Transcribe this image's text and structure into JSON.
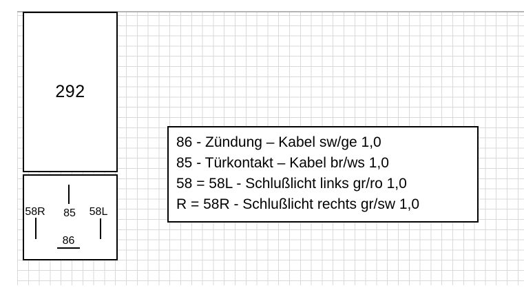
{
  "page": {
    "background": "#ffffff"
  },
  "grid": {
    "line_color": "#d9d9d9",
    "boundary_color": "#b4b4b4"
  },
  "relay": {
    "part_number": "292",
    "pins": {
      "p58r": {
        "label": "58R"
      },
      "p85": {
        "label": "85"
      },
      "p58l": {
        "label": "58L"
      },
      "p86": {
        "label": "86"
      }
    }
  },
  "legend": {
    "lines": [
      "86 - Zündung – Kabel sw/ge 1,0",
      "85 - Türkontakt – Kabel br/ws 1,0",
      "58 = 58L - Schlußlicht links gr/ro 1,0",
      "R = 58R - Schlußlicht rechts gr/sw 1,0"
    ]
  }
}
